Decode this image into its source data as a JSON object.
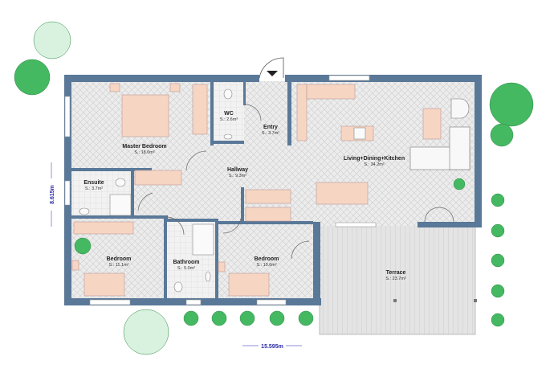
{
  "plan": {
    "rooms": [
      {
        "id": "master-bedroom",
        "name": "Master Bedroom",
        "area": "S.: 18.0m²"
      },
      {
        "id": "wc",
        "name": "WC",
        "area": "S.: 2.6m²"
      },
      {
        "id": "entry",
        "name": "Entry",
        "area": "S.: 3.7m²"
      },
      {
        "id": "hallway",
        "name": "Hallway",
        "area": "S.: 9.3m²"
      },
      {
        "id": "living",
        "name": "Living+Dining+Kitchen",
        "area": "S.: 34.2m²"
      },
      {
        "id": "ensuite",
        "name": "Ensuite",
        "area": "S.: 3.7m²"
      },
      {
        "id": "bedroom-left",
        "name": "Bedroom",
        "area": "S.: 11.1m²"
      },
      {
        "id": "bathroom",
        "name": "Bathroom",
        "area": "S.: 5.0m²"
      },
      {
        "id": "bedroom-mid",
        "name": "Bedroom",
        "area": "S.: 10.6m²"
      },
      {
        "id": "terrace",
        "name": "Terrace",
        "area": "S.: 23.7m²"
      }
    ],
    "dimensions": {
      "width": "15.595m",
      "height": "8.615m"
    },
    "colors": {
      "wall": "#5a7898",
      "floor": "#e9e9e9",
      "furniture": "#f6d5c2",
      "terrace": "#dcdcdc",
      "plant": "#3fb85a"
    }
  }
}
